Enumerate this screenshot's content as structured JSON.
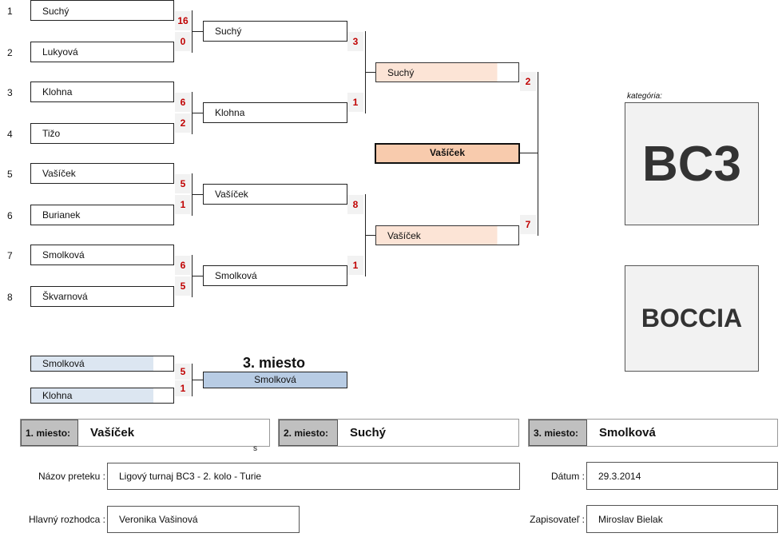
{
  "round1": [
    {
      "seed": "1",
      "name": "Suchý"
    },
    {
      "seed": "2",
      "name": "Lukyová"
    },
    {
      "seed": "3",
      "name": "Klohna"
    },
    {
      "seed": "4",
      "name": "Tižo"
    },
    {
      "seed": "5",
      "name": "Vašíček"
    },
    {
      "seed": "6",
      "name": "Burianek"
    },
    {
      "seed": "7",
      "name": "Smolková"
    },
    {
      "seed": "8",
      "name": "Škvarnová"
    }
  ],
  "round1_scores": [
    "16",
    "0",
    "6",
    "2",
    "5",
    "1",
    "6",
    "5"
  ],
  "round2": [
    "Suchý",
    "Klohna",
    "Vašíček",
    "Smolková"
  ],
  "round2_scores": [
    "3",
    "1",
    "8",
    "1"
  ],
  "semis": [
    "Suchý",
    "Vašíček"
  ],
  "semi_scores": [
    "2",
    "7"
  ],
  "final": "Vašíček",
  "third_place": {
    "title": "3. miesto",
    "players": [
      "Smolková",
      "Klohna"
    ],
    "scores": [
      "5",
      "1"
    ],
    "winner": "Smolková"
  },
  "category": {
    "label": "kategória:",
    "value": "BC3",
    "sport": "BOCCIA"
  },
  "placements": [
    {
      "label": "1. miesto:",
      "name": "Vašíček"
    },
    {
      "label": "2. miesto:",
      "name": "Suchý"
    },
    {
      "label": "3. miesto:",
      "name": "Smolková"
    }
  ],
  "stray_mark": "s",
  "info": {
    "race_label": "Názov preteku :",
    "race_value": "Ligový turnaj BC3 - 2. kolo - Turie",
    "date_label": "Dátum :",
    "date_value": "29.3.2014",
    "referee_label": "Hlavný rozhodca :",
    "referee_value": "Veronika Vašinová",
    "recorder_label": "Zapisovateľ :",
    "recorder_value": "Miroslav Bielak"
  }
}
